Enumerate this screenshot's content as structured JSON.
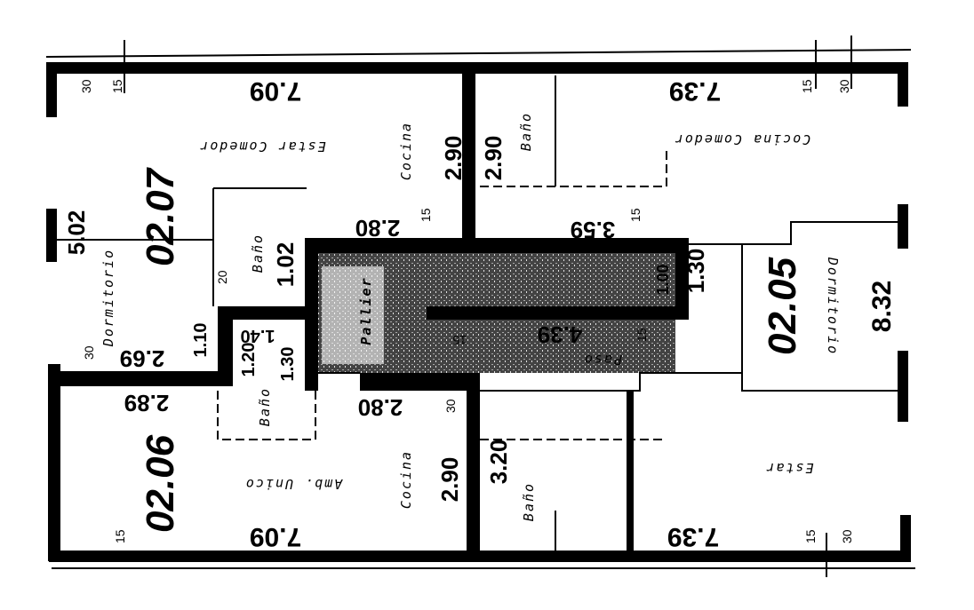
{
  "plan": {
    "units": {
      "u1": "02.07",
      "u2": "02.06",
      "u3": "02.05"
    },
    "rooms": {
      "estar_comedor": "Estar Comedor",
      "cocina_top": "Cocina",
      "bano_top_right": "Baño",
      "cocina_comedor": "Cocina Comedor",
      "dormitorio_left": "Dormitorio",
      "bano_mid_left": "Baño",
      "bano_lower_left": "Baño",
      "pallier": "Pallier",
      "paso": "Paso",
      "dormitorio_right": "Dormitorio",
      "amb_unico": "Amb. Unico",
      "cocina_bottom": "Cocina",
      "bano_bottom": "Baño",
      "estar": "Estar"
    },
    "dimensions": {
      "top_left_width": "7.09",
      "top_right_width": "7.39",
      "cocina_top_depth": "2.90",
      "bano_top_depth": "2.90",
      "dorm_left_depth": "5.02",
      "bano_mid_depth": "1.02",
      "pallier_top": "2.80",
      "right_inner": "3.59",
      "closet_depth": "1.00",
      "right_step": "1.30",
      "dorm_left_width": "2.69",
      "left_step": "1.10",
      "bano_lower_width": "1.40",
      "bano_lower_a": "1.20",
      "bano_lower_b": "1.30",
      "amb_width": "2.89",
      "cocina_bottom_width": "2.80",
      "paso_width": "4.39",
      "dorm_right_depth": "8.32",
      "cocina_bottom_depth": "2.90",
      "bano_bottom_depth": "3.20",
      "bottom_left_width": "7.09",
      "bottom_right_width": "7.39"
    },
    "wall_marks": {
      "m15": "15",
      "m30": "30",
      "m20": "20"
    }
  }
}
